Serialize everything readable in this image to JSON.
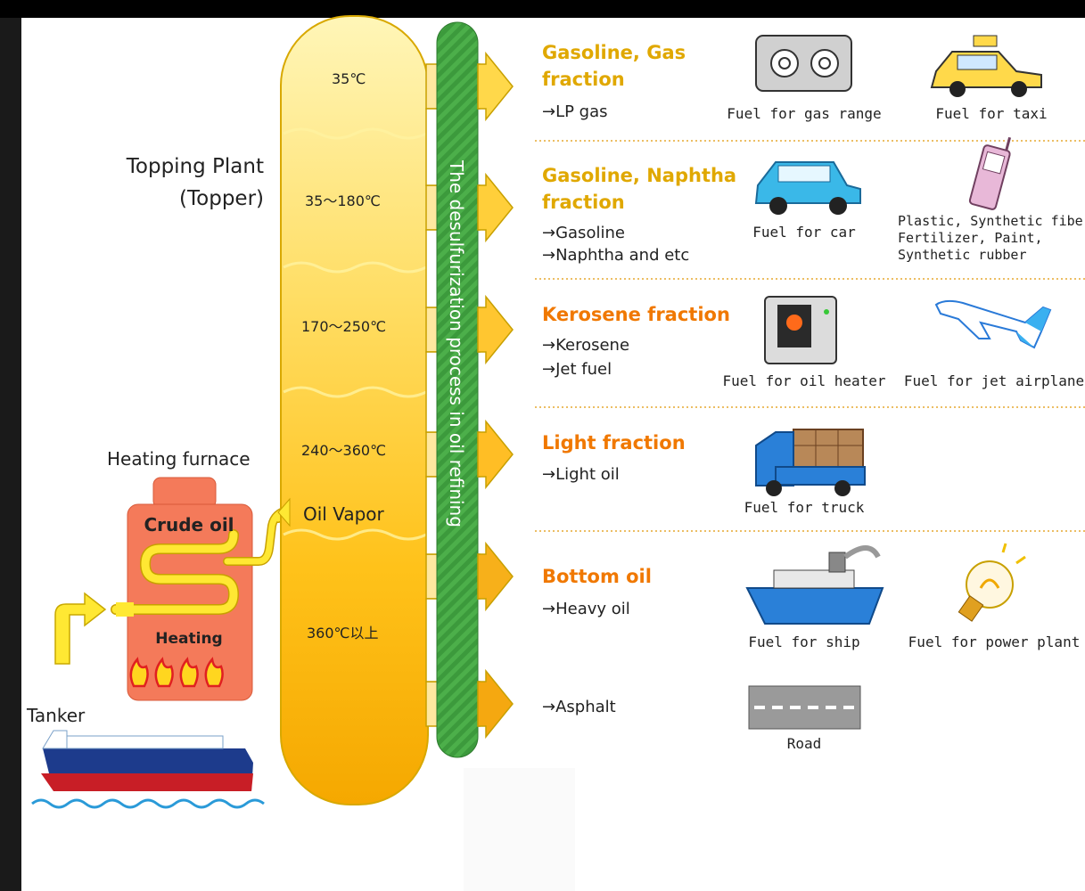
{
  "labels": {
    "topping_plant": [
      "Topping Plant",
      "(Topper)"
    ],
    "heating_furnace": "Heating furnace",
    "crude_oil": "Crude oil",
    "heating": "Heating",
    "tanker": "Tanker",
    "oil_vapor": "Oil Vapor",
    "desulfurization": "The desulfurization process in oil refining"
  },
  "temperatures": [
    "35℃",
    "35～180℃",
    "170～250℃",
    "240～360℃",
    "360℃以上"
  ],
  "fractions": [
    {
      "title": [
        "Gasoline, Gas",
        "fraction"
      ],
      "products": [
        "→LP gas"
      ],
      "uses": [
        "Fuel for gas range",
        "Fuel for taxi"
      ]
    },
    {
      "title": [
        "Gasoline, Naphtha",
        "fraction"
      ],
      "products": [
        "→Gasoline",
        "→Naphtha and etc"
      ],
      "uses": [
        "Fuel for car",
        "Plastic, Synthetic fibe",
        "Fertilizer, Paint,",
        "Synthetic rubber"
      ]
    },
    {
      "title": [
        "Kerosene fraction"
      ],
      "products": [
        "→Kerosene",
        "→Jet fuel"
      ],
      "uses": [
        "Fuel for oil heater",
        "Fuel for jet airplane"
      ]
    },
    {
      "title": [
        "Light fraction"
      ],
      "products": [
        "→Light oil"
      ],
      "uses": [
        "Fuel for truck"
      ]
    },
    {
      "title": [
        "Bottom oil"
      ],
      "products": [
        "→Heavy oil"
      ],
      "uses": [
        "Fuel for ship",
        "Fuel for power plant"
      ]
    },
    {
      "title": [],
      "products": [
        "→Asphalt"
      ],
      "uses": [
        "Road"
      ]
    }
  ],
  "colors": {
    "title_yellow": "#e0a800",
    "title_orange": "#f07800",
    "tower_top": "#fff5b0",
    "tower_bottom": "#f7a800",
    "band_green": "#3aa040",
    "furnace": "#f47a5a"
  }
}
